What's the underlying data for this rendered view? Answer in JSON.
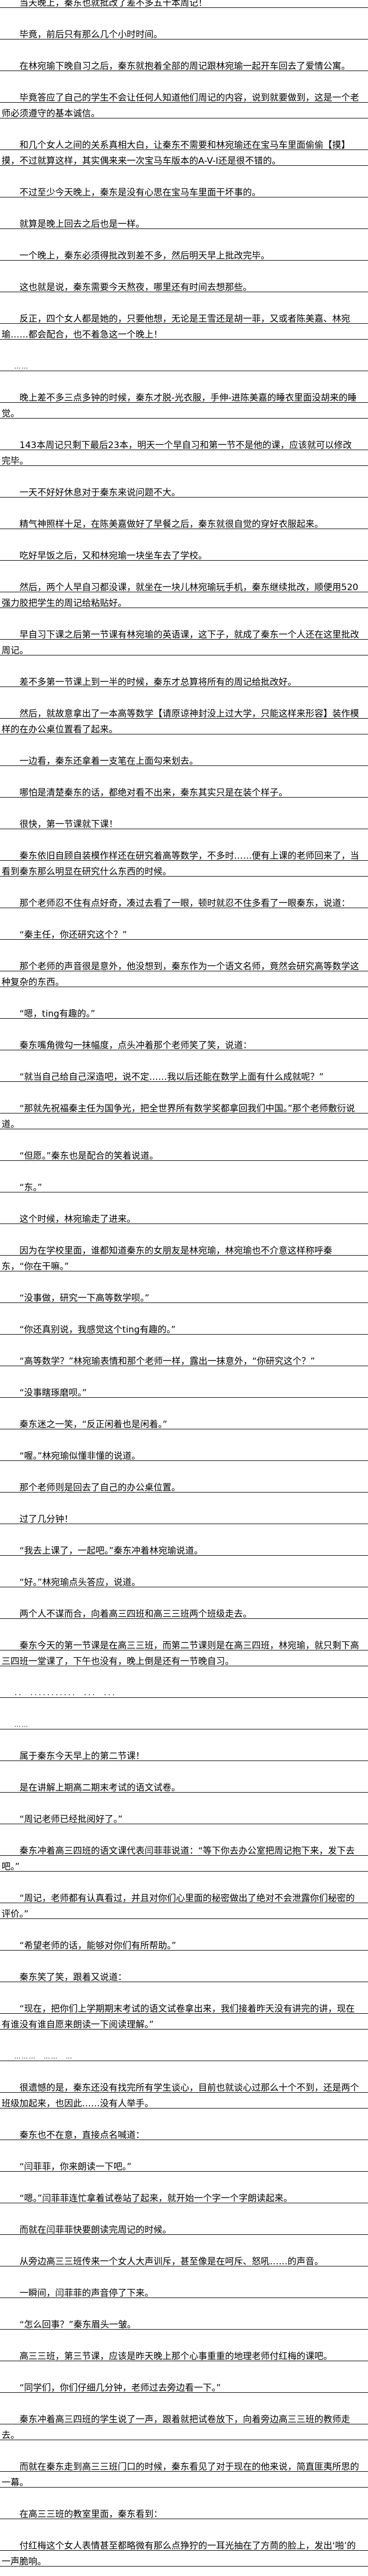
{
  "content": {
    "paragraphs": [
      "当天晚上，秦东也就批改了差不多五十本周记！",
      "毕竟，前后只有那么几个小时时间。",
      "在林宛瑜下晚自习之后，秦东就抱着全部的周记跟林宛瑜一起开车回去了爱情公寓。",
      "毕竟答应了自己的学生不会让任何人知道他们周记的内容，说到就要做到，这是一个老师必须遵守的基本诚信。",
      "和几个女人之间的关系真相大白，让秦东不需要和林宛瑜还在宝马车里面偷偷【摸】摸，不过就算这样，其实偶来来一次宝马车版本的A-V-I还是很不错的。",
      "不过至少今天晚上，秦东是没有心思在宝马车里面干坏事的。",
      "就算是晚上回去之后也是一样。",
      "一个晚上，秦东必须得批改到差不多，然后明天早上批改完毕。",
      "这也就是说，秦东需要今天熬夜，哪里还有时间去想那些。",
      "反正，四个女人都是她的，只要他想，无论是王雪还是胡一菲，又或者陈美嘉、林宛瑜……都会配合，也不着急这一个晚上！",
      "……",
      "晚上差不多三点多钟的时候，秦东才脱-光衣服，手伸-进陈美嘉的睡衣里面没胡来的睡觉。",
      "143本周记只剩下最后23本，明天一个早自习和第一节不是他的课，应该就可以修改完毕。",
      "一天不好好休息对于秦东来说问题不大。",
      "精气神照样十足，在陈美嘉做好了早餐之后，秦东就很自觉的穿好衣服起来。",
      "吃好早饭之后，又和林宛瑜一块坐车去了学校。",
      "然后，两个人早自习都没课，就坐在一块儿林宛瑜玩手机，秦东继续批改，顺便用520强力胶把学生的周记给粘贴好。",
      "早自习下课之后第一节课有林宛瑜的英语课，这下子，就成了秦东一个人还在这里批改周记。",
      "差不多第一节课上到一半的时候，秦东才总算将所有的周记给批改好。",
      "然后，就故意拿出了一本高等数学【请原谅神封没上过大学，只能这样来形容】装作模样的在办公桌位置看了起来。",
      "一边看，秦东还拿着一支笔在上面勾来划去。",
      "哪怕是清楚秦东的话，都绝对看不出来，秦东其实只是在装个样子。",
      "很快，第一节课就下课！",
      "秦东依旧自顾自装模作样还在研究着高等数学，不多时……便有上课的老师回来了，当看到秦东那么明显在研究什么东西的时候。",
      "那个老师忍不住有点好奇，凑过去看了一眼，顿时就忍不住多看了一眼秦东，说道：",
      "“秦主任，你还研究这个？”",
      "那个老师的声音很是意外，他没想到，秦东作为一个语文名师，竟然会研究高等数学这种复杂的东西。",
      "“嗯，ting有趣的。”",
      "秦东嘴角微勾一抹幅度，点头冲着那个老师笑了笑，说道：",
      "“就当自己给自己深造吧，说不定……我以后还能在数学上面有什么成就呢？”",
      "“那就先祝福秦主任为国争光，把全世界所有数学奖都拿回我们中国。”那个老师敷衍说道。",
      "“但愿。”秦东也是配合的笑着说道。",
      "“东。”",
      "这个时候，林宛瑜走了进来。",
      "因为在学校里面，谁都知道秦东的女朋友是林宛瑜，林宛瑜也不介意这样称呼秦东，“你在干嘛。”",
      "“没事做，研究一下高等数学呗。”",
      "“你还真别说，我感觉这个ting有趣的。”",
      "“高等数学？”林宛瑜表情和那个老师一样，露出一抹意外，“你研究这个？”",
      "“没事瞎琢磨呗。”",
      "秦东迷之一笑，“反正闲着也是闲着。”",
      "“喔。”林宛瑜似懂非懂的说道。",
      "那个老师则是回去了自己的办公桌位置。",
      "过了几分钟！",
      "“我去上课了，一起吧。”秦东冲着林宛瑜说道。",
      "“好。”林宛瑜点头答应，说道。",
      "两个人不谋而合，向着高三四班和高三三班两个班级走去。",
      "秦东今天的第一节课是在高三三班，而第二节课则是在高三四班，林宛瑜，就只剩下高三四班一堂课了，下午也没有，晚上倒是还有一节晚自习。",
      "．．　．．．．．．．．．．．　．．．　．．．",
      "……",
      "属于秦东今天早上的第二节课！",
      "是在讲解上期高二期末考试的语文试卷。",
      "“周记老师已经批阅好了。”",
      "秦东冲着高三四班的语文课代表闫菲菲说道：“等下你去办公室把周记抱下来，发下去吧。”",
      "“周记，老师都有认真看过，并且对你们心里面的秘密做出了绝对不会泄露你们秘密的评价。”",
      "“希望老师的话，能够对你们有所帮助。”",
      "秦东笑了笑，跟着又说道：",
      "“现在，把你们上学期期末考试的语文试卷拿出来，我们接着昨天没有讲完的讲，现在有谁没有谁自愿来朗读一下阅读理解。”",
      "………　……　…",
      "很遗憾的是，秦东还没有找完所有学生谈心，目前也就谈心过那么十个不到，还是两个班级加起来，也因此……没有人举手。",
      "秦东也不在意，直接点名喊道：",
      "“闫菲菲，你来朗读一下吧。”",
      "“嗯。”闫菲菲连忙拿着试卷站了起来，就开始一个字一个字朗读起来。",
      "而就在闫菲菲快要朗读完周记的时候。",
      "从旁边高三三班传来一个女人大声训斥，甚至像是在呵斥、怒吼……的声音。",
      "一瞬间，闫菲菲的声音停了下来。",
      "“怎么回事？”秦东眉头一皱。",
      "高三三班，第三节课，应该是昨天晚上那个心事重重的地理老师付红梅的课吧。",
      "“同学们，你们仔细几分钟，老师过去旁边看一下。”",
      "秦东冲着高三四班的学生说了一声，跟着就把试卷放下，向着旁边高三三班的教师走去。",
      "而就在秦东走到高三三班门口的时候，秦东看见了对于现在的他来说，简直匪夷所思的一幕。",
      "在高三三班的教室里面，秦东看到：",
      "付红梅这个女人表情甚至都略微有那么点狰狞的一耳光抽在了方茼的脸上，发出‘啪’的一声脆响。"
    ]
  }
}
